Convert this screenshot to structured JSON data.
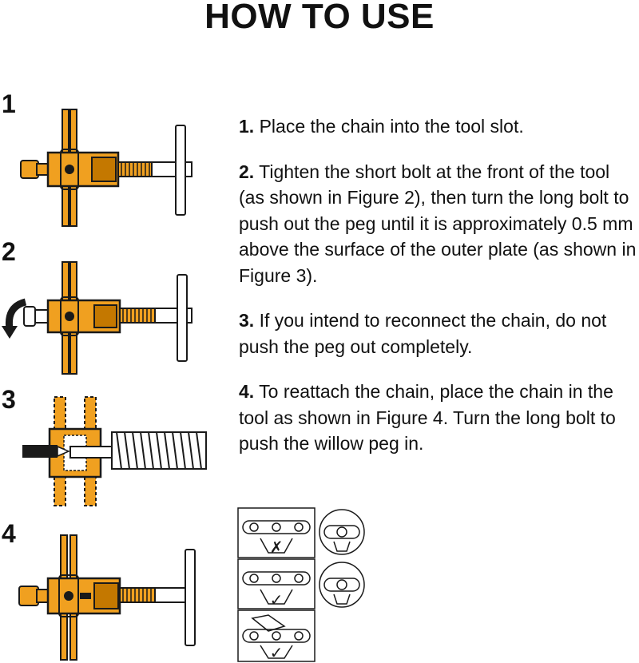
{
  "title": "HOW TO USE",
  "figures": [
    {
      "number": "1"
    },
    {
      "number": "2"
    },
    {
      "number": "3"
    },
    {
      "number": "4"
    }
  ],
  "steps": [
    {
      "number": "1.",
      "text": "Place the chain into the tool slot."
    },
    {
      "number": "2.",
      "text": "Tighten the short bolt at the front of the tool (as shown in Figure 2), then turn the long bolt to push out the peg until it is approximately 0.5 mm above the surface of the outer plate (as shown in Figure 3)."
    },
    {
      "number": "3.",
      "text": "If you intend to reconnect the chain, do not push the peg out completely."
    },
    {
      "number": "4.",
      "text": "To reattach the chain, place the chain in the tool as shown in Figure 4. Turn the long bolt to push the willow peg in."
    }
  ],
  "marks": {
    "wrong": "✗",
    "right": "✓"
  },
  "colors": {
    "tool": "#f0a020",
    "tool_dark": "#c47800",
    "outline": "#1a1a1a"
  }
}
